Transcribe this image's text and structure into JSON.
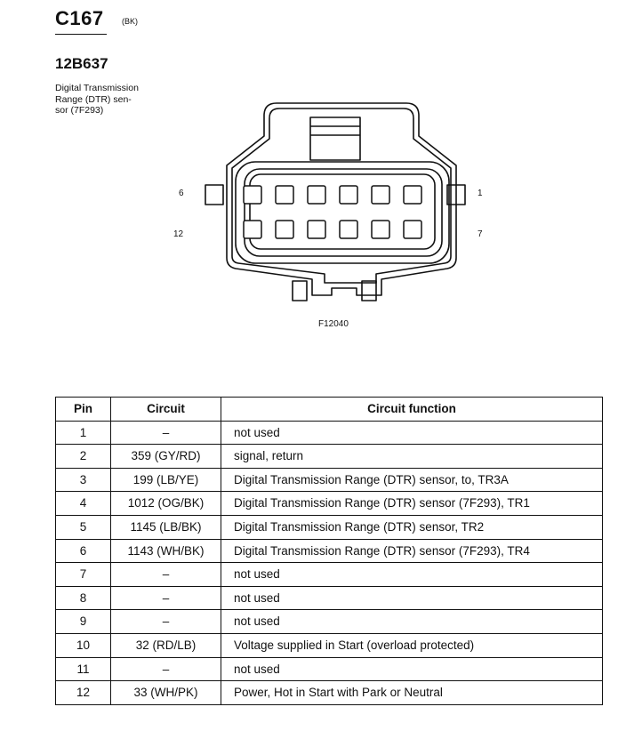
{
  "header": {
    "connector_id": "C167",
    "connector_color": "(BK)",
    "part_number": "12B637",
    "description_lines": [
      "Digital Transmission",
      "Range (DTR) sen-",
      "sor (7F293)"
    ]
  },
  "diagram": {
    "pin_label_top_left": "6",
    "pin_label_bottom_left": "12",
    "pin_label_top_right": "1",
    "pin_label_bottom_right": "7",
    "figure_id": "F12040"
  },
  "table": {
    "headers": [
      "Pin",
      "Circuit",
      "Circuit function"
    ],
    "rows": [
      {
        "pin": "1",
        "circuit": "–",
        "function": "not used"
      },
      {
        "pin": "2",
        "circuit": "359 (GY/RD)",
        "function": "signal, return"
      },
      {
        "pin": "3",
        "circuit": "199 (LB/YE)",
        "function": "Digital Transmission Range (DTR) sensor, to, TR3A"
      },
      {
        "pin": "4",
        "circuit": "1012 (OG/BK)",
        "function": "Digital Transmission Range (DTR) sensor (7F293), TR1"
      },
      {
        "pin": "5",
        "circuit": "1145 (LB/BK)",
        "function": "Digital Transmission Range (DTR) sensor, TR2"
      },
      {
        "pin": "6",
        "circuit": "1143 (WH/BK)",
        "function": "Digital Transmission Range (DTR) sensor (7F293), TR4"
      },
      {
        "pin": "7",
        "circuit": "–",
        "function": "not used"
      },
      {
        "pin": "8",
        "circuit": "–",
        "function": "not used"
      },
      {
        "pin": "9",
        "circuit": "–",
        "function": "not used"
      },
      {
        "pin": "10",
        "circuit": "32 (RD/LB)",
        "function": "Voltage supplied in Start (overload protected)"
      },
      {
        "pin": "11",
        "circuit": "–",
        "function": "not used"
      },
      {
        "pin": "12",
        "circuit": "33 (WH/PK)",
        "function": "Power, Hot in Start with Park or Neutral"
      }
    ]
  }
}
